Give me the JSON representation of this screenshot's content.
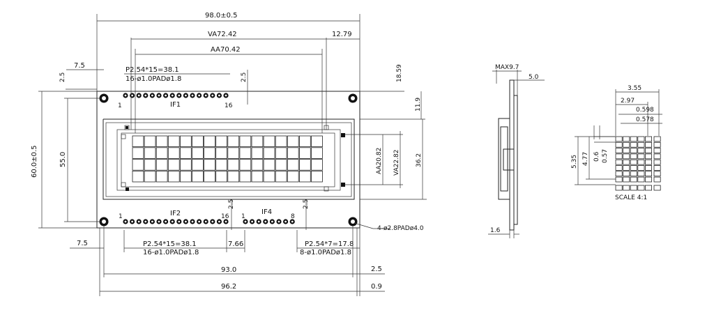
{
  "front_view": {
    "overall_width": "98.0±0.5",
    "va_width": "VA72.42",
    "va_offset_right": "12.79",
    "aa_width": "AA70.42",
    "left_offset_top": "7.5",
    "left_offset_bottom": "7.5",
    "pin_pitch_if1": "P2.54*15=38.1",
    "pad_spec_if1": "16-ø1.0PADø1.8",
    "pin_offset_top": "2.5",
    "pin_offset_top_right": "2.5",
    "dim_top_right_vertical": "18.59",
    "dim_11_9": "11.9",
    "if1_label": "IF1",
    "if1_pin_start": "1",
    "if1_pin_end": "16",
    "overall_height": "60.0±0.5",
    "hole_vertical": "55.0",
    "aa_height": "AA20.82",
    "va_height": "VA22.82",
    "dim_36_2": "36.2",
    "if2_label": "IF2",
    "if2_pin_start": "1",
    "if2_pin_end": "16",
    "if4_label": "IF4",
    "if4_pin_start": "1",
    "if4_pin_end": "8",
    "if2_if4_gap_vert": "2.5",
    "if4_vert_offset": "2.5",
    "mount_hole_spec": "4-ø2.8PADø4.0",
    "pin_pitch_if2": "P2.54*15=38.1",
    "pad_spec_if2": "16-ø1.0PADø1.8",
    "if2_if4_gap": "7.66",
    "pin_pitch_if4": "P2.54*7=17.8",
    "pad_spec_if4": "8-ø1.0PADø1.8",
    "hole_spacing": "93.0",
    "pcb_width": "96.2",
    "dim_2_5_right": "2.5",
    "dim_0_9": "0.9"
  },
  "side_view": {
    "max_thickness": "MAX9.7",
    "dim_5_0": "5.0",
    "dim_1_6": "1.6"
  },
  "dot_detail": {
    "dim_3_55": "3.55",
    "dim_2_97": "2.97",
    "dim_0_598": "0.598",
    "dim_0_578": "0.578",
    "dim_5_35": "5.35",
    "dim_4_77": "4.77",
    "dim_0_6": "0.6",
    "dim_0_57": "0.57",
    "scale": "SCALE 4:1"
  }
}
